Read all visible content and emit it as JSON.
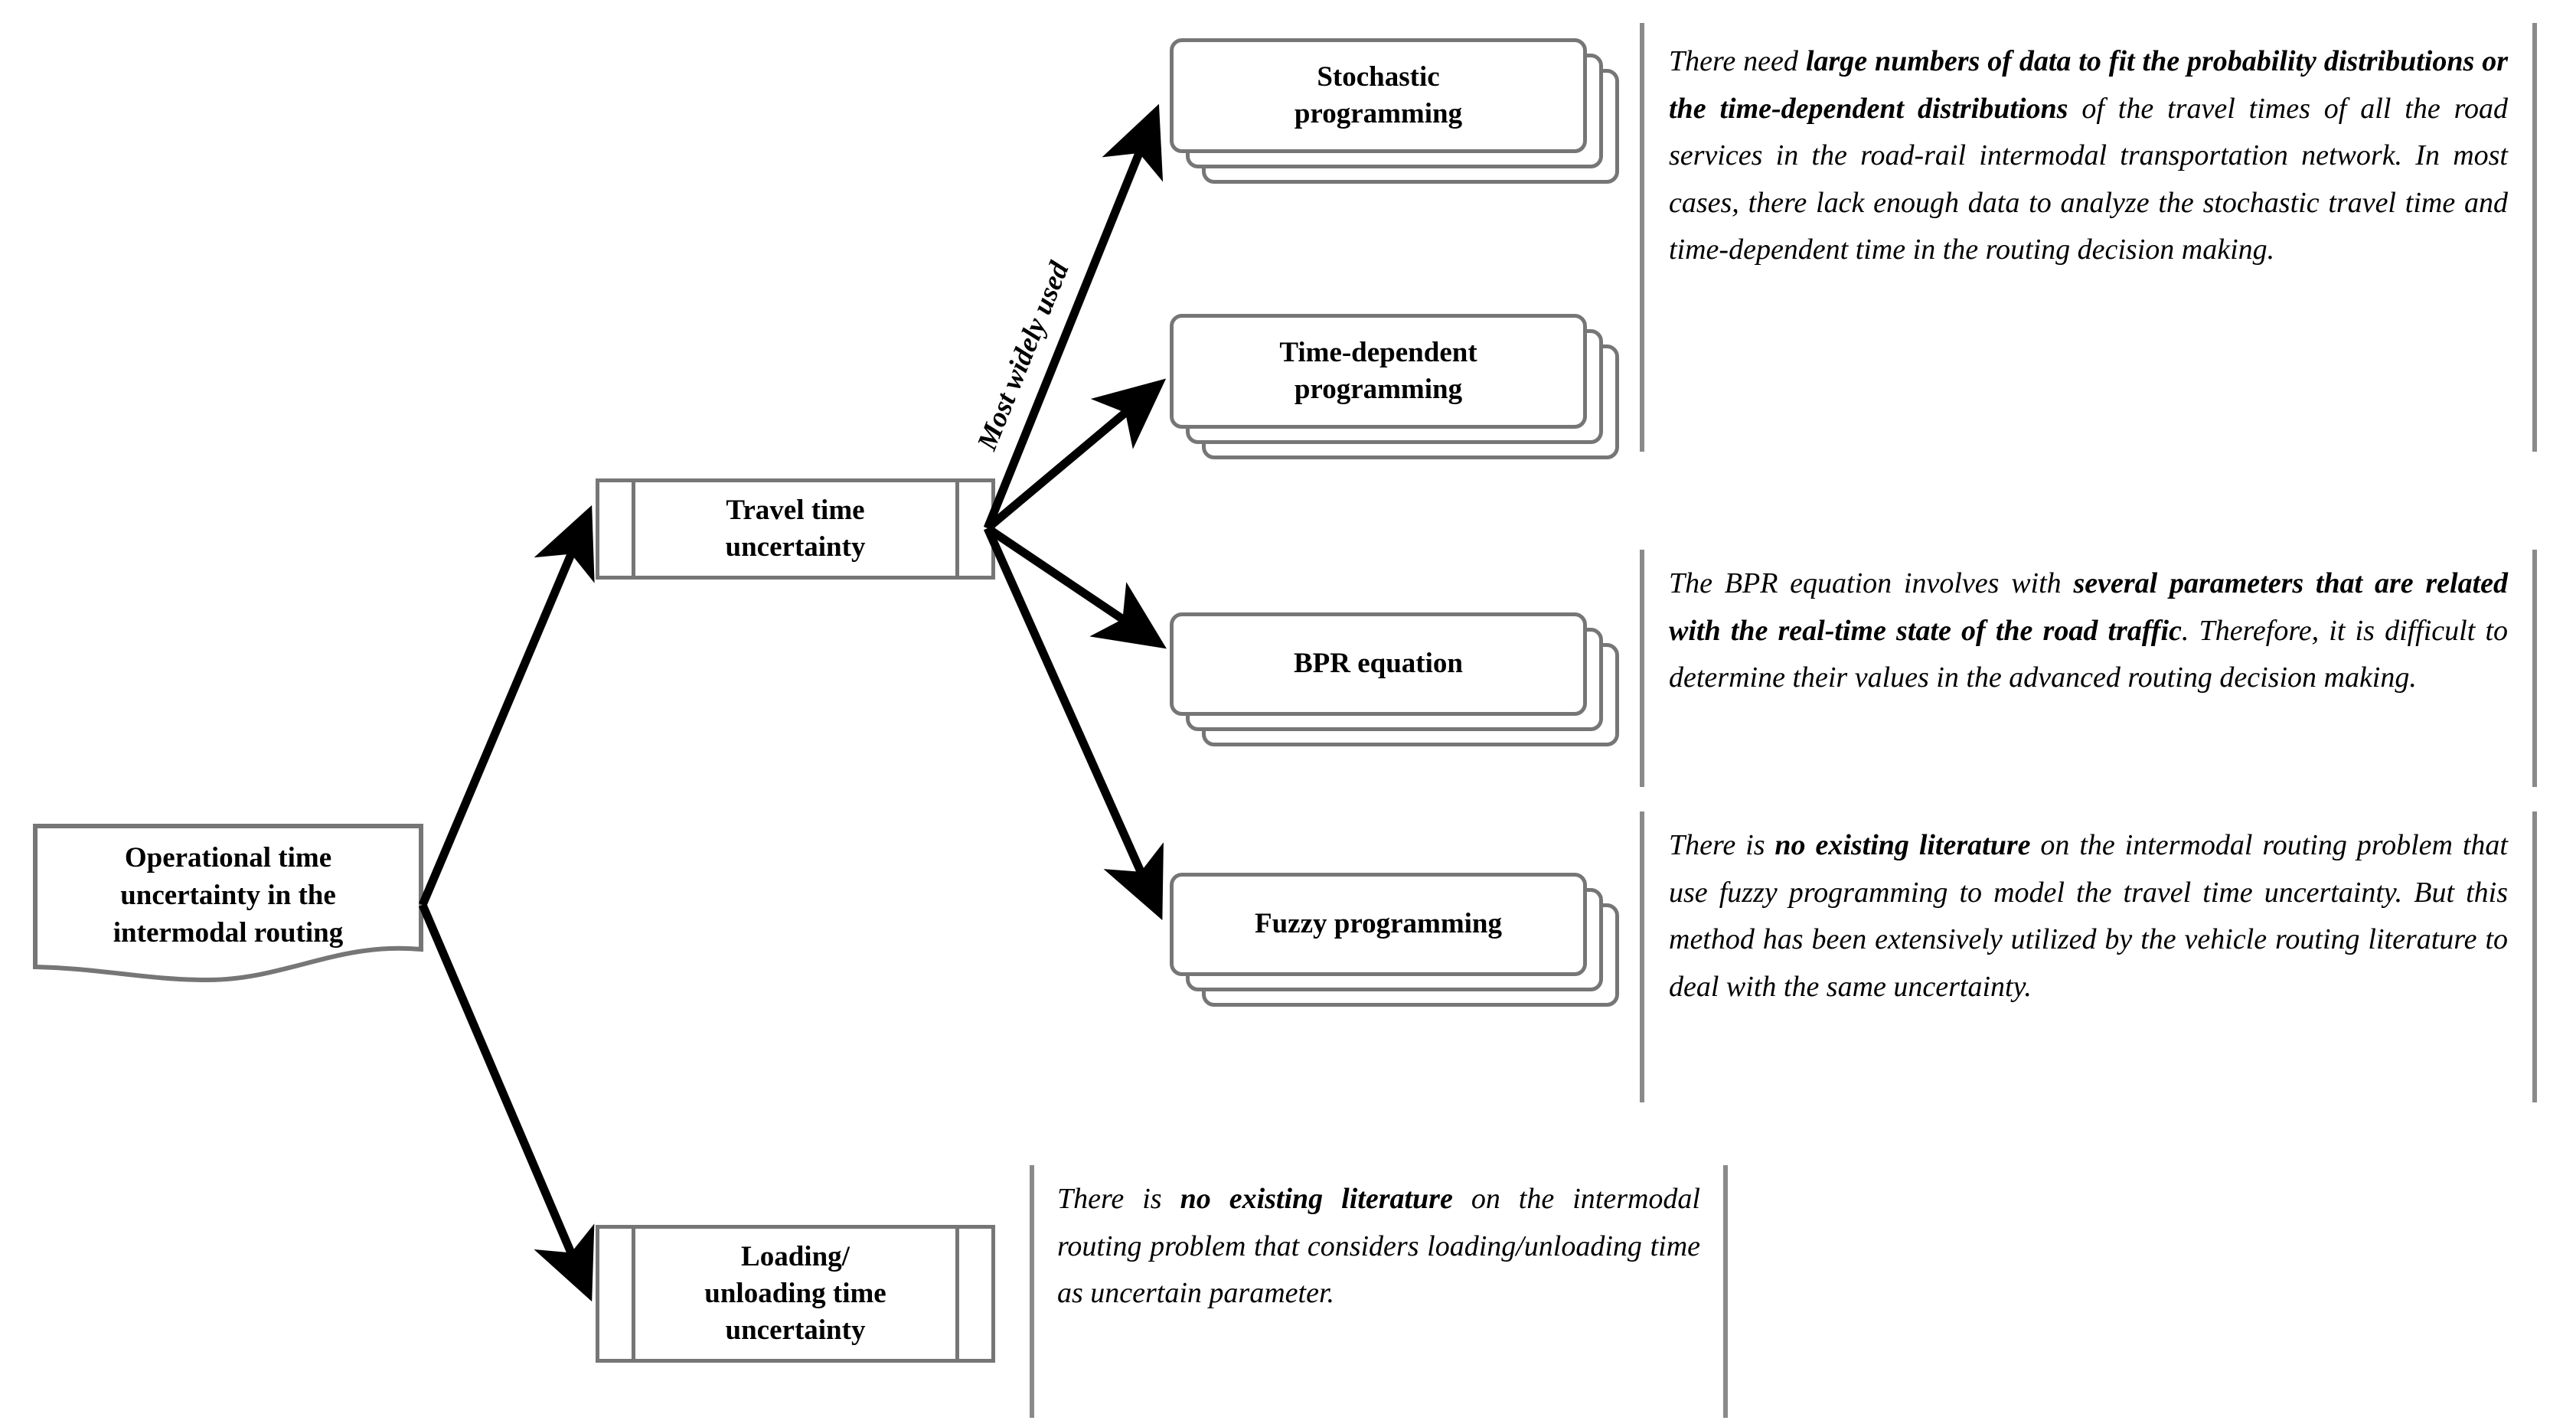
{
  "diagram": {
    "title": "Operational time uncertainty in the intermodal routing",
    "type": "mind-map",
    "accent_border_color": "#767676",
    "rule_color": "#8a8a8a",
    "text_color": "#000000",
    "background_color": "#ffffff"
  },
  "root": {
    "label": "Operational time\nuncertainty in the\nintermodal routing",
    "line1": "Operational time",
    "line2": "uncertainty in the",
    "line3": "intermodal routing",
    "shape": "document"
  },
  "branches": [
    {
      "id": "travel-time-uncertainty",
      "line1": "Travel time",
      "line2": "uncertainty",
      "shape": "process"
    },
    {
      "id": "loading-unloading-time-uncertainty",
      "line1": "Loading/",
      "line2": "unloading time",
      "line3": "uncertainty",
      "shape": "process"
    }
  ],
  "methods": [
    {
      "id": "stochastic-programming",
      "line1": "Stochastic",
      "line2": "programming",
      "shape": "multi-document",
      "edge_label": "Most widely used"
    },
    {
      "id": "time-dependent-programming",
      "line1": "Time-dependent",
      "line2": "programming",
      "shape": "multi-document",
      "edge_label": ""
    },
    {
      "id": "bpr-equation",
      "line1": "BPR equation",
      "line2": "",
      "shape": "multi-document",
      "edge_label": ""
    },
    {
      "id": "fuzzy-programming",
      "line1": "Fuzzy programming",
      "line2": "",
      "shape": "multi-document",
      "edge_label": ""
    }
  ],
  "edge_labels": {
    "most_widely_used": "Most widely used"
  },
  "commentaries": [
    {
      "id": "commentary-stochastic-time-dependent",
      "segments": [
        {
          "text": "There need ",
          "bold": false
        },
        {
          "text": "large numbers of data to fit the probability distributions or the time-dependent distributions",
          "bold": true
        },
        {
          "text": " of the travel times of all the road services in the road-rail intermodal transportation network. In most cases, there lack enough data to analyze the stochastic travel time and time-dependent time in the routing decision making.",
          "bold": false
        }
      ]
    },
    {
      "id": "commentary-bpr",
      "segments": [
        {
          "text": "The BPR equation involves with ",
          "bold": false
        },
        {
          "text": "several parameters that are related with the real-time state of the road traffic",
          "bold": true
        },
        {
          "text": ". Therefore, it is difficult to determine their values in the advanced routing decision making.",
          "bold": false
        }
      ]
    },
    {
      "id": "commentary-fuzzy",
      "segments": [
        {
          "text": "There is ",
          "bold": false
        },
        {
          "text": "no existing literature",
          "bold": true
        },
        {
          "text": " on the intermodal routing problem that use fuzzy programming to model the travel time uncertainty. But this method has been extensively utilized by the vehicle routing literature to deal with the same uncertainty.",
          "bold": false
        }
      ]
    },
    {
      "id": "commentary-loading-unloading",
      "segments": [
        {
          "text": "There is ",
          "bold": false
        },
        {
          "text": "no existing literature",
          "bold": true
        },
        {
          "text": " on the intermodal routing problem that considers loading/unloading time as uncertain parameter.",
          "bold": false
        }
      ]
    }
  ]
}
